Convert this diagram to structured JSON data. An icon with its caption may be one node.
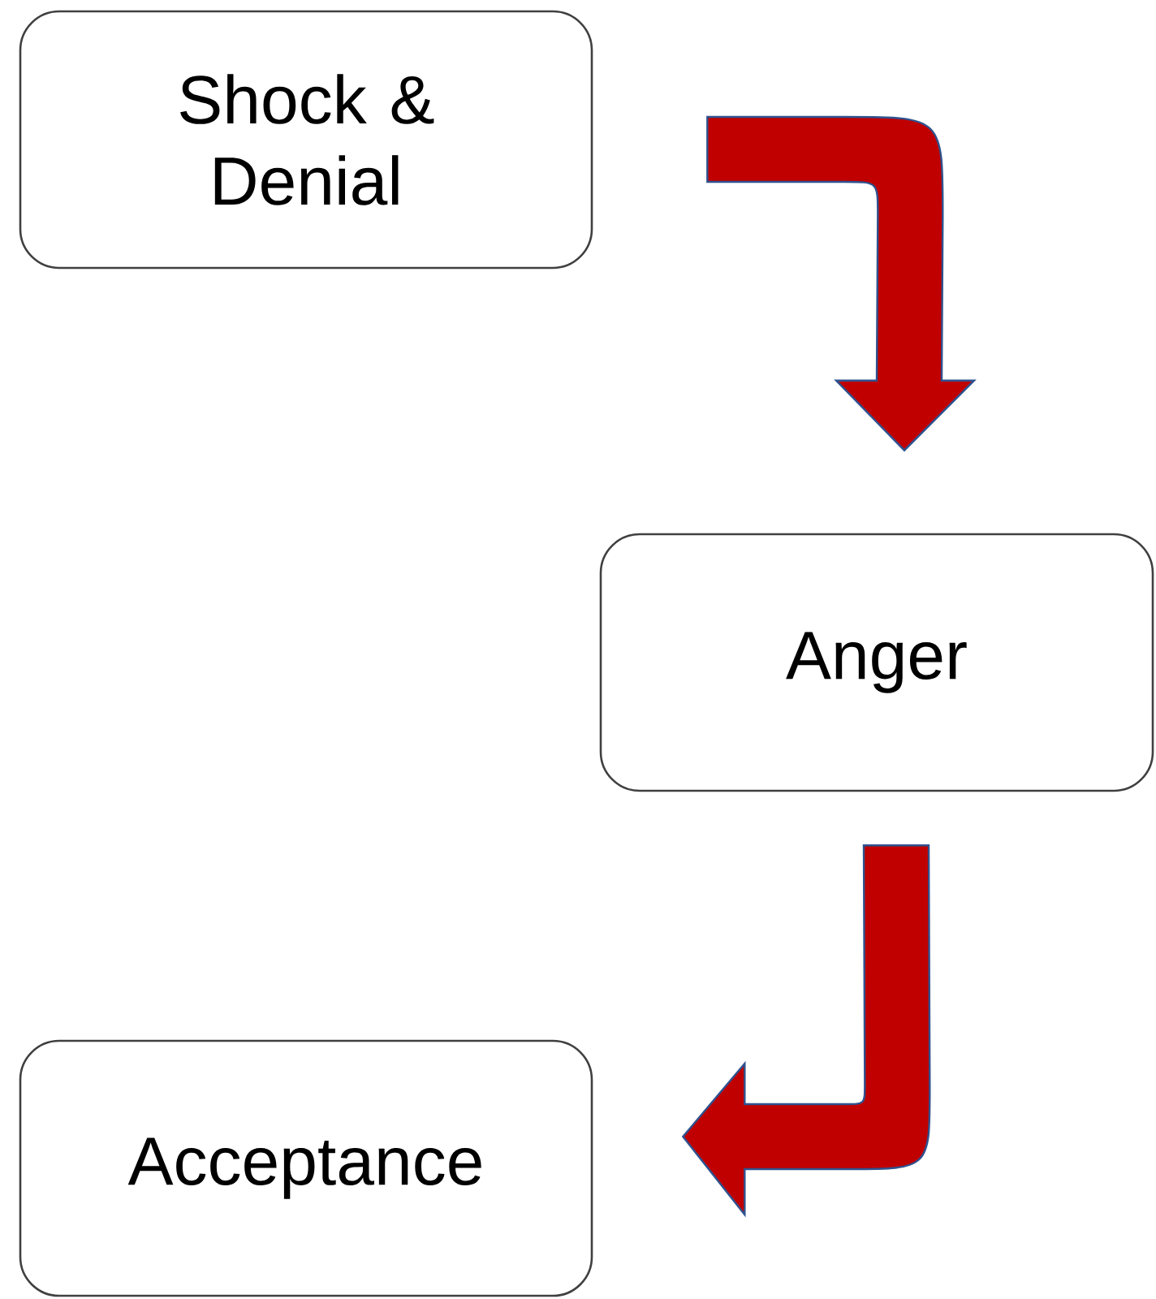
{
  "diagram": {
    "nodes": [
      {
        "text": [
          "Shock & Denial"
        ]
      },
      {
        "text": [
          "Anger"
        ]
      },
      {
        "text": [
          "Acceptance"
        ]
      }
    ],
    "edges": [
      {
        "from": 0,
        "to": 1,
        "arrow": "to"
      },
      {
        "from": 1,
        "to": 2,
        "arrow": "to"
      }
    ]
  }
}
